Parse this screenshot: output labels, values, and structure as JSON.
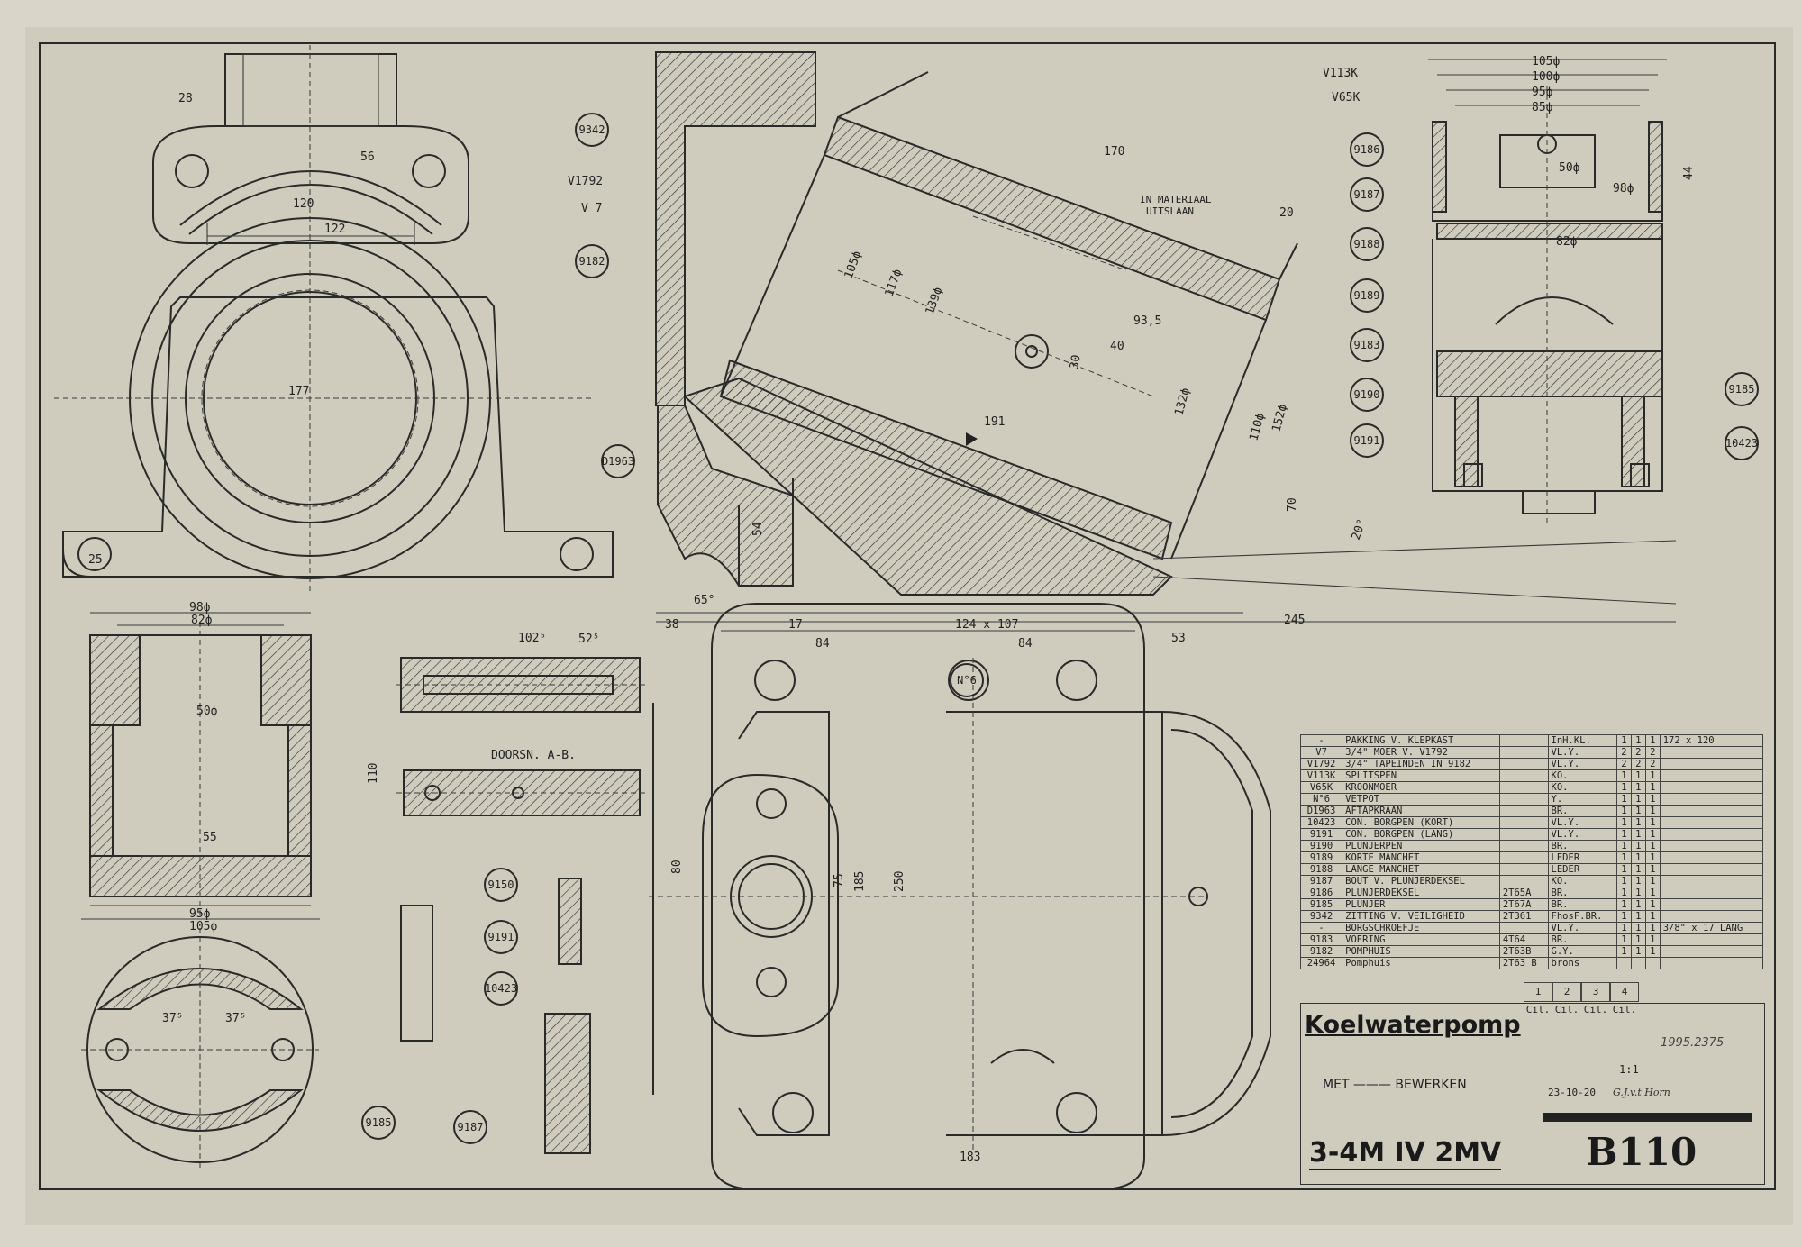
{
  "drawing": {
    "title": "Koelwaterpomp",
    "subtitle": "MET ——— BEWERKEN",
    "types": "3-4M IV 2MV",
    "number": "B110",
    "reference": "1995.2375",
    "scale": "1:1",
    "date": "23-10-20",
    "signature": "G.J.v.t Horn"
  },
  "parts": {
    "rows": [
      {
        "code": "-",
        "name": "PAKKING V. KLEPKAST",
        "norm": "",
        "mat": "InH.KL.",
        "c1": "1",
        "c2": "1",
        "c3": "1",
        "note": "172 x 120"
      },
      {
        "code": "V7",
        "name": "3/4\" MOER V. V1792",
        "norm": "",
        "mat": "VL.Y.",
        "c1": "2",
        "c2": "2",
        "c3": "2",
        "note": ""
      },
      {
        "code": "V1792",
        "name": "3/4\" TAPEINDEN IN 9182",
        "norm": "",
        "mat": "VL.Y.",
        "c1": "2",
        "c2": "2",
        "c3": "2",
        "note": ""
      },
      {
        "code": "V113K",
        "name": "SPLITSPEN",
        "norm": "",
        "mat": "KO.",
        "c1": "1",
        "c2": "1",
        "c3": "1",
        "note": ""
      },
      {
        "code": "V65K",
        "name": "KROONMOER",
        "norm": "",
        "mat": "KO.",
        "c1": "1",
        "c2": "1",
        "c3": "1",
        "note": ""
      },
      {
        "code": "N°6",
        "name": "VETPOT",
        "norm": "",
        "mat": "Y.",
        "c1": "1",
        "c2": "1",
        "c3": "1",
        "note": ""
      },
      {
        "code": "D1963",
        "name": "AFTAPKRAAN",
        "norm": "",
        "mat": "BR.",
        "c1": "1",
        "c2": "1",
        "c3": "1",
        "note": ""
      },
      {
        "code": "10423",
        "name": "CON. BORGPEN (KORT)",
        "norm": "",
        "mat": "VL.Y.",
        "c1": "1",
        "c2": "1",
        "c3": "1",
        "note": ""
      },
      {
        "code": "9191",
        "name": "CON. BORGPEN (LANG)",
        "norm": "",
        "mat": "VL.Y.",
        "c1": "1",
        "c2": "1",
        "c3": "1",
        "note": ""
      },
      {
        "code": "9190",
        "name": "PLUNJERPEN",
        "norm": "",
        "mat": "BR.",
        "c1": "1",
        "c2": "1",
        "c3": "1",
        "note": ""
      },
      {
        "code": "9189",
        "name": "KORTE MANCHET",
        "norm": "",
        "mat": "LEDER",
        "c1": "1",
        "c2": "1",
        "c3": "1",
        "note": ""
      },
      {
        "code": "9188",
        "name": "LANGE MANCHET",
        "norm": "",
        "mat": "LEDER",
        "c1": "1",
        "c2": "1",
        "c3": "1",
        "note": ""
      },
      {
        "code": "9187",
        "name": "BOUT V. PLUNJERDEKSEL",
        "norm": "",
        "mat": "KO.",
        "c1": "1",
        "c2": "1",
        "c3": "1",
        "note": ""
      },
      {
        "code": "9186",
        "name": "PLUNJERDEKSEL",
        "norm": "2T65A",
        "mat": "BR.",
        "c1": "1",
        "c2": "1",
        "c3": "1",
        "note": ""
      },
      {
        "code": "9185",
        "name": "PLUNJER",
        "norm": "2T67A",
        "mat": "BR.",
        "c1": "1",
        "c2": "1",
        "c3": "1",
        "note": ""
      },
      {
        "code": "9342",
        "name": "ZITTING V. VEILIGHEID",
        "norm": "2T361",
        "mat": "FhosF.BR.",
        "c1": "1",
        "c2": "1",
        "c3": "1",
        "note": ""
      },
      {
        "code": "-",
        "name": "BORGSCHROEFJE",
        "norm": "",
        "mat": "VL.Y.",
        "c1": "1",
        "c2": "1",
        "c3": "1",
        "note": "3/8\" x 17 LANG"
      },
      {
        "code": "9183",
        "name": "VOERING",
        "norm": "4T64",
        "mat": "BR.",
        "c1": "1",
        "c2": "1",
        "c3": "1",
        "note": ""
      },
      {
        "code": "9182",
        "name": "POMPHUIS",
        "norm": "2T63B",
        "mat": "G.Y.",
        "c1": "1",
        "c2": "1",
        "c3": "1",
        "note": ""
      },
      {
        "code": "24964",
        "name": "Pomphuis",
        "norm": "2T63 B",
        "mat": "brons",
        "c1": "",
        "c2": "",
        "c3": "",
        "note": ""
      }
    ],
    "columns": [
      "1 Cil.",
      "2 Cil.",
      "3 Cil.",
      "4 Cil."
    ]
  },
  "callouts": [
    "9342",
    "9182",
    "D1963",
    "9183",
    "9186",
    "9187",
    "9188",
    "9189",
    "9190",
    "9191",
    "9185",
    "10423",
    "9150",
    "9191",
    "10423",
    "9187",
    "9185",
    "N°6"
  ],
  "annotations": {
    "in_materiaal": "IN MATERIAAL",
    "uitslaan": "UITSLAAN",
    "doorsn": "DOORSN. A-B.",
    "v1792": "V1792",
    "v7": "V 7",
    "v113k": "V113K",
    "v65k": "V65K"
  },
  "dimensions": {
    "d1": "56",
    "d2": "120",
    "d3": "122",
    "d4": "177",
    "d5": "28",
    "d6": "25",
    "d7": "170",
    "d8": "191",
    "d9": "245",
    "d10": "105ϕ",
    "d11": "117ϕ",
    "d12": "139ϕ",
    "d13": "93,5",
    "d14": "40",
    "d15": "30",
    "d16": "20",
    "d17": "70",
    "d18": "54",
    "d19": "38",
    "d20": "17",
    "d21": "84",
    "d22": "124 x 107",
    "d23": "53",
    "d24": "250",
    "d25": "80",
    "d26": "185",
    "d27": "75",
    "d28": "183",
    "d29": "98ϕ",
    "d30": "82ϕ",
    "d31": "50ϕ",
    "d32": "55",
    "d33": "95ϕ",
    "d34": "105ϕ",
    "d35": "102⁵",
    "d36": "52⁵",
    "d37": "37⁵",
    "d38": "110",
    "d39": "105ϕ",
    "d40": "100ϕ",
    "d41": "95ϕ",
    "d42": "85ϕ",
    "d43": "50ϕ",
    "d44": "98ϕ",
    "d45": "82ϕ",
    "d46": "44",
    "d47": "20°",
    "d48": "65°",
    "d49": "152ϕ",
    "d50": "110ϕ",
    "d51": "132ϕ"
  }
}
